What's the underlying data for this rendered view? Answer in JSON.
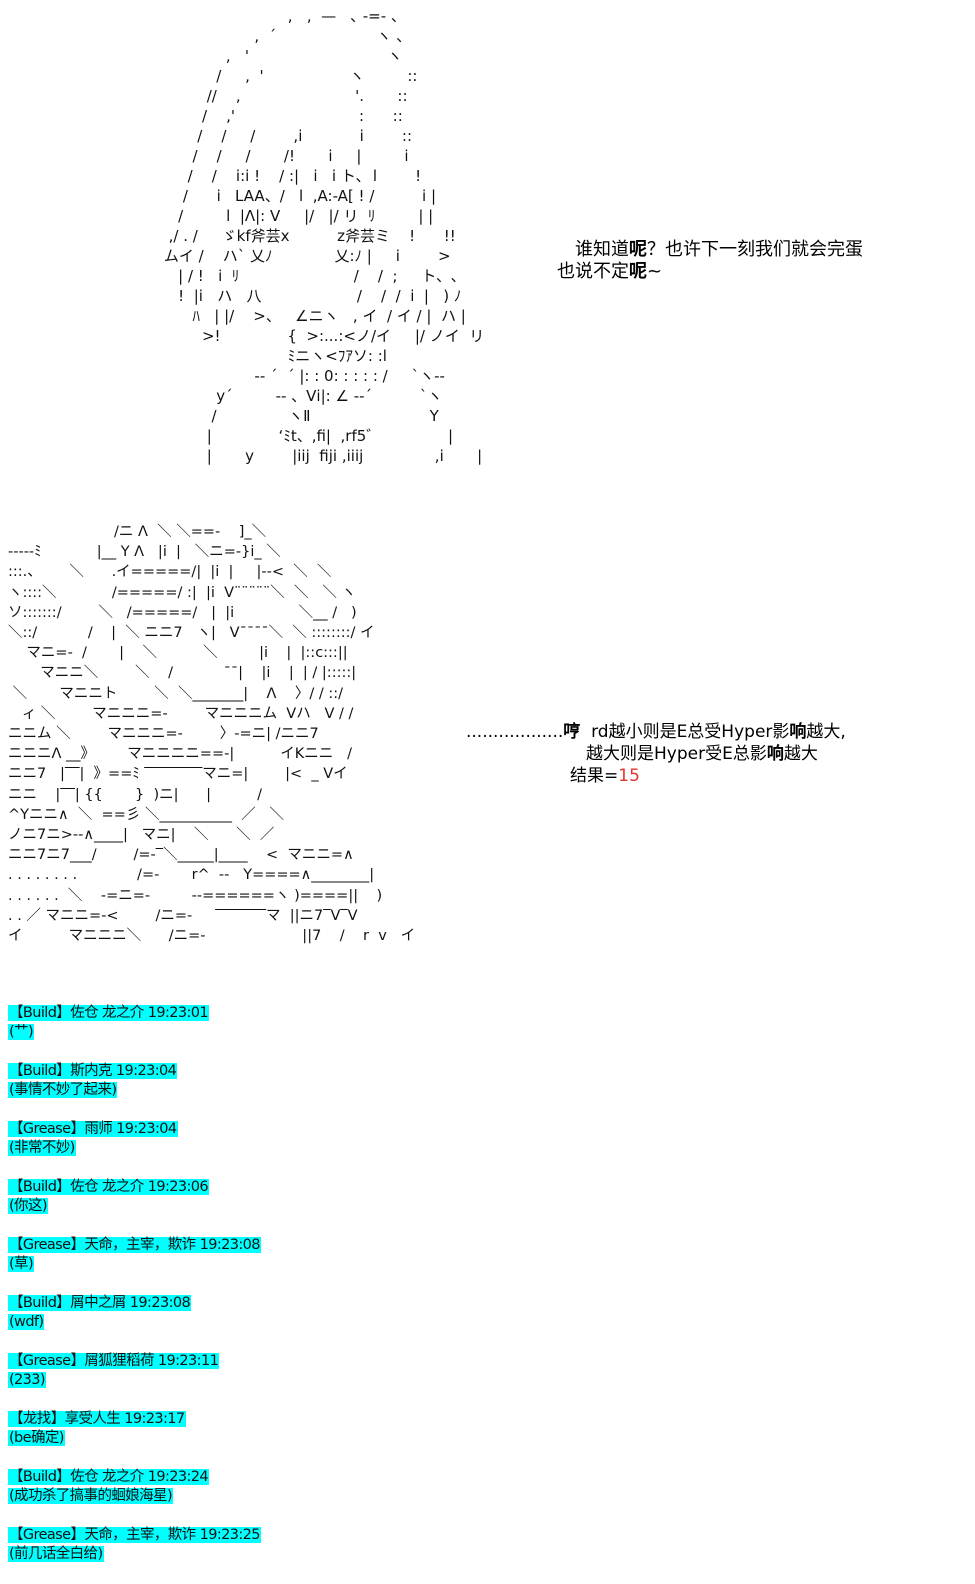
{
  "art_top": [
    "                               ,   ,  —   ､ ‐=- 、",
    "                        ,  ´                     ヽ 、",
    "                  ,   '                             ヽ",
    "                /     ,  '                  ヽ         ::",
    "              //    ,                        '.       ::",
    "             /    ,'                          :      ::",
    "            /    /     /        ,i            i        ::",
    "           /    /     /       /!       i     |         i",
    "          /    /    i:i !    / :|   i   i ト､  l        !",
    "         /      i   LAA、/   l  ,A:‐A[ ! /          i |",
    "        /         l  |Λ|: V     |/   |/ リ  ﾘ         | |",
    "      ,/ . /     ゞkf斧芸x          z斧芸ミ    !      !!",
    "     ムイ /    ハ` 乂ﾉ             乂:ﾉ |     i        >",
    "        | / !   i  ﾘ                        /    /  ;     ト、､",
    "        !  |i   ハ   八                    /    /  /  i  |   ) ﾉ",
    "           ﾊ   | |/    >、   ∠ニヽ   , イ  / イ / |  ハ |",
    "             >!              {  >:...:<ノ/イ     |/ ノイ  リ",
    "                               ﾐニヽ<ﾌｱソ: :l",
    "                        ‐‐ ´  ´ |: : 0: : : : : /     `ヽ‐‐",
    "                y´         ‐‐ 、Ⅴi|: ∠ ‐‐´          `ヽ",
    "               /               ヽⅡ                         Y",
    "              |              ‘ﾐt、,fi|  ,rf5゛              |",
    "              |       y        |iij  fiji ,iiij               ,i       |"
  ],
  "art_bottom": [
    "                       /ニ Λ  ＼ ＼==-    ]_＼",
    "‐‐‐‐‐ﾐ            |__ Y Λ   |i  |   ＼ニ=-}i_ ＼",
    ":::.、      ＼      .イ=====/|  |i  |     |‐‐<  ＼  ＼",
    "ヽ::::＼            /=====/ :|  |i  V¨¨¨¨¨＼  ＼   ＼ ヽ",
    "ソ:::::::/        ＼   /=====/   |  |i              ＼__ /   )",
    "＼::/           /    |  ＼ ニニ7   ヽ|   V¯¯¯¯＼  ＼ ::::::::/ イ",
    "    マニ=-  /       |    ＼          ＼         |i    |  |::c:::||",
    "       マニニ＼        ＼    /           ¯¯|    |i    |  | / |:::::|",
    " ＼       マニニト        ＼  ＼_______|    Λ    〉/ / ::/",
    "   ィ ＼        マニニニ=-        マニニニム  Vハ   V / /",
    "ニニム ＼        マニニニ=-        〉-=ニ| /ニニ7",
    "ニニニΛ __》       マニニニニ==-|          イKニニ   /",
    "ニニ7   |‾‾|  》==ﾐ ‾‾‾‾‾‾‾‾マニ=|        |<  _ Vイ",
    "ニニ    |‾‾| {{       }  )ニ|      |          /",
    "^Yニニ∧  ＼  ==彡 ＼__________  ／   ＼",
    "ノニ7ニ>‐‐∧____|   マニ|    ＼      ＼  ／",
    "ニニ7ニ7___/        /=-‾＼_____|____    <  マニニ=∧",
    ". . . . . . . .             /=-       r^  ‐‐   Y====∧________|",
    ". . . . . .  ＼    -=ニ=-         ‐‐======ヽ )====||    )",
    ". . ／ マニニ=-<        /ニ=-     ‾‾‾‾‾‾‾マ  ||ニ7‾V‾V",
    "イ          マニニニ＼      /ニ=-                     ||7    /    r  v   イ"
  ],
  "speech_top": {
    "line1_pre": "谁知道",
    "line1_bold": "呢",
    "line1_post": "？也许下一刻我们就会完蛋",
    "line2_pre": "也说不定",
    "line2_bold": "呢",
    "line2_post": "~"
  },
  "speech_bottom": {
    "dots": "..................",
    "hum": "哼",
    "line1_a": "  rd越小则是E总受Hyper影",
    "line1_bold": "响",
    "line1_b": "越大,",
    "line2_a": "越大则是Hyper受E总影",
    "line2_bold": "响",
    "line2_b": "越大",
    "line3_label": "结果=",
    "line3_value": "15"
  },
  "chat": [
    {
      "header": "【Build】佐仓 龙之介 19:23:01",
      "body": "(艹)"
    },
    {
      "header": "【Build】斯内克 19:23:04",
      "body": "(事情不妙了起来)"
    },
    {
      "header": "【Grease】雨师 19:23:04",
      "body": "(非常不妙)"
    },
    {
      "header": "【Build】佐仓 龙之介 19:23:06",
      "body": "(你这)"
    },
    {
      "header": "【Grease】天命，主宰，欺诈 19:23:08",
      "body": "(草)"
    },
    {
      "header": "【Build】屑中之屑 19:23:08",
      "body": "(wdf)"
    },
    {
      "header": "【Grease】屑狐狸稻荷 19:23:11",
      "body": "(233)"
    },
    {
      "header": "【龙找】享受人生 19:23:17",
      "body": "(be确定)"
    },
    {
      "header": "【Build】佐仓 龙之介 19:23:24",
      "body": "(成功杀了搞事的蛔娘海星)"
    },
    {
      "header": "【Grease】天命，主宰，欺诈 19:23:25",
      "body": "(前几话全白给)"
    }
  ],
  "colors": {
    "highlight": "#00ffff",
    "result_value": "#e5322d"
  }
}
